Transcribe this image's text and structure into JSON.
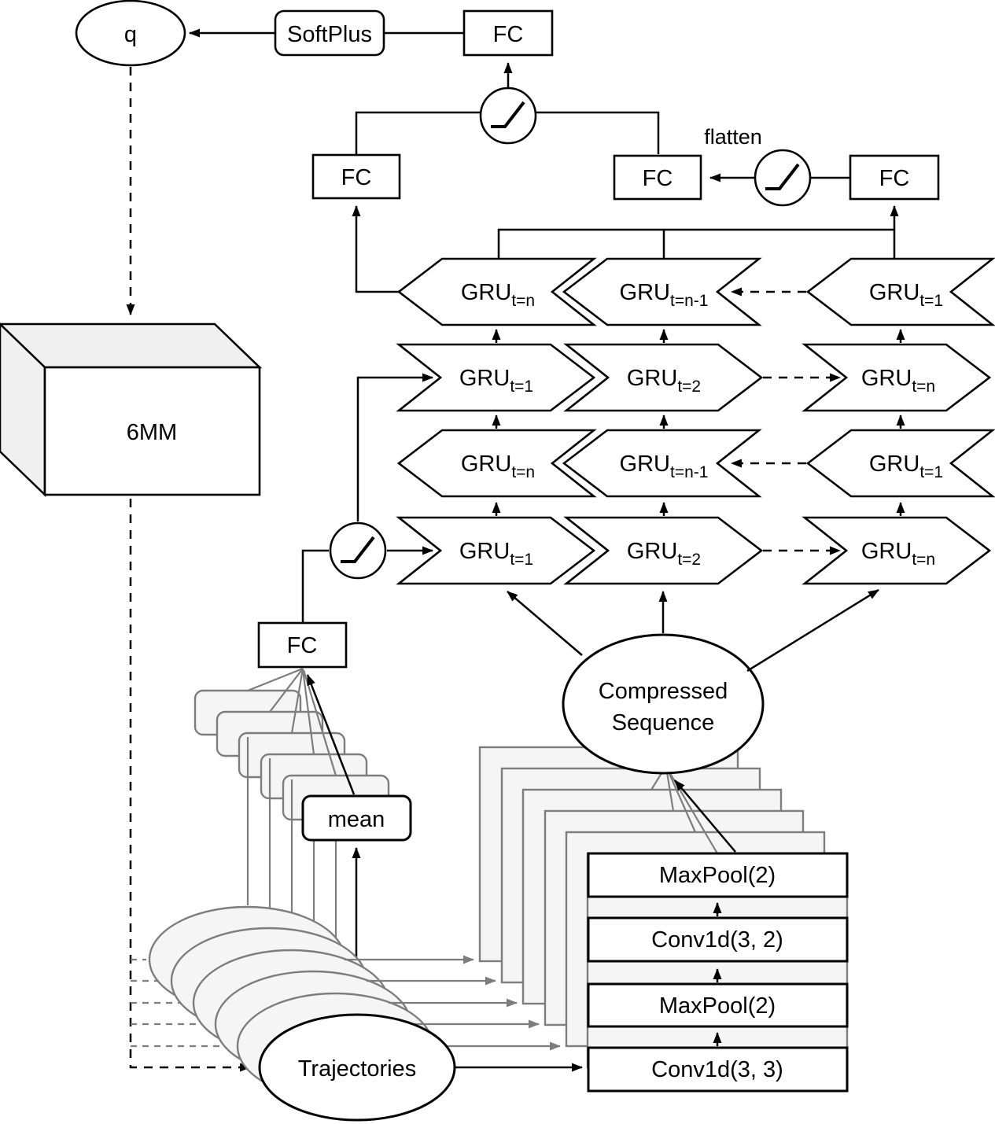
{
  "nodes": {
    "q": "q",
    "softplus": "SoftPlus",
    "fc": "FC",
    "flatten": "flatten",
    "mm": "6MM",
    "mean": "mean",
    "compressed": [
      "Compressed",
      "Sequence"
    ],
    "trajectories": "Trajectories"
  },
  "conv_stack": [
    "MaxPool(2)",
    "Conv1d(3, 2)",
    "MaxPool(2)",
    "Conv1d(3, 3)"
  ],
  "gru": {
    "rows": [
      {
        "direction": "left",
        "cells": [
          {
            "main": "GRU",
            "sub": "t=n"
          },
          {
            "main": "GRU",
            "sub": "t=n-1"
          },
          {
            "main": "GRU",
            "sub": "t=1"
          }
        ]
      },
      {
        "direction": "right",
        "cells": [
          {
            "main": "GRU",
            "sub": "t=1"
          },
          {
            "main": "GRU",
            "sub": "t=2"
          },
          {
            "main": "GRU",
            "sub": "t=n"
          }
        ]
      },
      {
        "direction": "left",
        "cells": [
          {
            "main": "GRU",
            "sub": "t=n"
          },
          {
            "main": "GRU",
            "sub": "t=n-1"
          },
          {
            "main": "GRU",
            "sub": "t=1"
          }
        ]
      },
      {
        "direction": "right",
        "cells": [
          {
            "main": "GRU",
            "sub": "t=1"
          },
          {
            "main": "GRU",
            "sub": "t=2"
          },
          {
            "main": "GRU",
            "sub": "t=n"
          }
        ]
      }
    ]
  },
  "colors": {
    "line": "#000000",
    "grey": "#7d7d7d",
    "sheet_fill": "#f5f5f5",
    "face_fill": "#f0f0f0"
  }
}
